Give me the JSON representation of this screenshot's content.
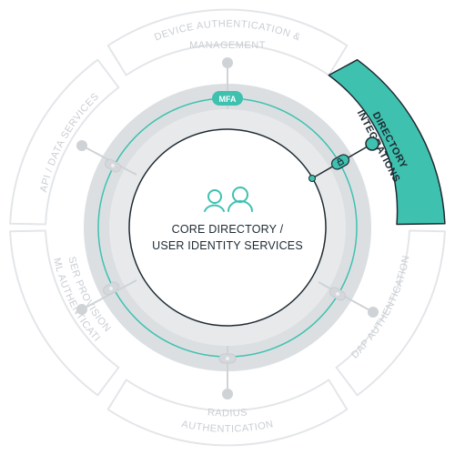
{
  "colors": {
    "accent": "#3fc1b0",
    "ring": "#dcdfe2",
    "ring_dark": "#cfd3d6",
    "segment_border": "#e3e6e9",
    "segment_text": "#c9ced3",
    "dark_text": "#1e2a32"
  },
  "segments": [
    {
      "id": "device",
      "lines": [
        "DEVICE AUTHENTICATION &",
        "MANAGEMENT"
      ],
      "active": false
    },
    {
      "id": "directory",
      "lines": [
        "DIRECTORY",
        "INTEGRATIONS"
      ],
      "active": true
    },
    {
      "id": "ldap",
      "lines": [
        "LDAP AUTHENTICATION"
      ],
      "active": false
    },
    {
      "id": "radius",
      "lines": [
        "RADIUS",
        "AUTHENTICATION"
      ],
      "active": false
    },
    {
      "id": "saml",
      "lines": [
        "SAML AUTHENTICATION",
        "& USER PROVISIONING"
      ],
      "active": false
    },
    {
      "id": "api",
      "lines": [
        "API / DATA SERVICES"
      ],
      "active": false
    }
  ],
  "mfa_label": "MFA",
  "core": {
    "line1": "CORE DIRECTORY /",
    "line2": "USER IDENTITY SERVICES",
    "icon": "users-icon"
  },
  "lock_icon": "lock-icon"
}
